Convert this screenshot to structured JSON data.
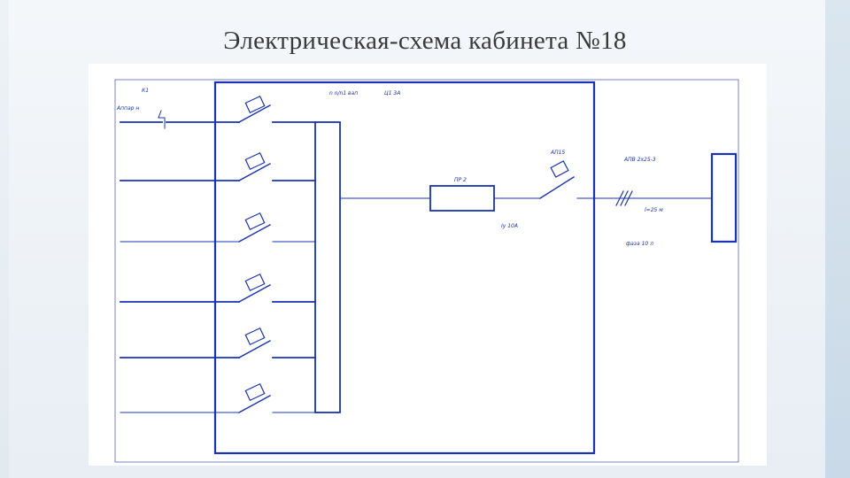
{
  "slide": {
    "title": "Электрическая-схема кабинета №18"
  },
  "diagram": {
    "labels": {
      "k1": "К1",
      "k1_sub": "Аппар н",
      "top_left": "n n/n1 вап",
      "top_right": "Ц1 3А",
      "fuse": "ПР 2",
      "breaker": "АП15",
      "current": "Iу 10А",
      "cable": "АПВ 2х25-3",
      "cable_len": "l=25 м",
      "phase": "фаза 10 л"
    },
    "colors": {
      "line": "#1a33b5",
      "background": "#ffffff"
    }
  }
}
